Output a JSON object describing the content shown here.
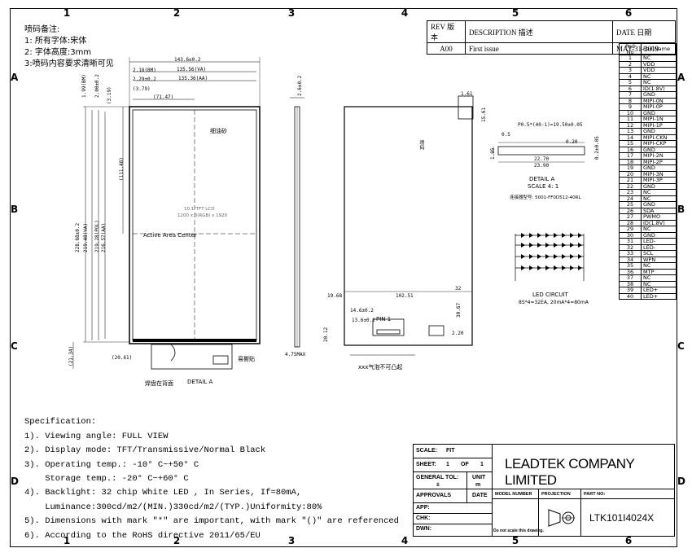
{
  "zones": {
    "cols": [
      "1",
      "2",
      "3",
      "4",
      "5",
      "6"
    ],
    "rows": [
      "A",
      "B",
      "C",
      "D"
    ]
  },
  "notes_cn": [
    "喷码备注:",
    "1: 所有字体:宋体",
    "2: 字体高度:3mm",
    "3:喷码内容要求清晰可见"
  ],
  "revision": {
    "headers": [
      "REV 版本",
      "DESCRIPTION 描述",
      "DATE 日期"
    ],
    "row": [
      "A00",
      "First issue",
      "MAY-31-2019"
    ]
  },
  "pads": {
    "header": [
      "Pad No",
      "Pad Name"
    ],
    "rows": [
      [
        "1",
        "NC"
      ],
      [
        "2",
        "VDD"
      ],
      [
        "3",
        "VDD"
      ],
      [
        "4",
        "NC"
      ],
      [
        "5",
        "NC"
      ],
      [
        "6",
        "ID(1.8V)"
      ],
      [
        "7",
        "GND"
      ],
      [
        "8",
        "MIPI-0N"
      ],
      [
        "9",
        "MIPI-0P"
      ],
      [
        "10",
        "GND"
      ],
      [
        "11",
        "MIPI-1N"
      ],
      [
        "12",
        "MIPI-1P"
      ],
      [
        "13",
        "GND"
      ],
      [
        "14",
        "MIPI-CKN"
      ],
      [
        "15",
        "MIPI-CKP"
      ],
      [
        "16",
        "GND"
      ],
      [
        "17",
        "MIPI-2N"
      ],
      [
        "18",
        "MIPI-2P"
      ],
      [
        "19",
        "GND"
      ],
      [
        "20",
        "MIPI-3N"
      ],
      [
        "21",
        "MIPI-3P"
      ],
      [
        "22",
        "GND"
      ],
      [
        "23",
        "NC"
      ],
      [
        "24",
        "NC"
      ],
      [
        "25",
        "GND"
      ],
      [
        "26",
        "SDA"
      ],
      [
        "27",
        "PWMO"
      ],
      [
        "28",
        "ID(1.8V)"
      ],
      [
        "29",
        "NC"
      ],
      [
        "30",
        "GND"
      ],
      [
        "31",
        "LED-"
      ],
      [
        "32",
        "LED-"
      ],
      [
        "33",
        "SCL"
      ],
      [
        "34",
        "WPN"
      ],
      [
        "35",
        "NC"
      ],
      [
        "36",
        "MTP"
      ],
      [
        "37",
        "NC"
      ],
      [
        "38",
        "NC"
      ],
      [
        "39",
        "LED+"
      ],
      [
        "40",
        "LED+"
      ]
    ]
  },
  "drawing": {
    "front_dims": [
      "143.6±0.2",
      "135.56(VA)",
      "135.36(AA)",
      "2.18(BM)",
      "2.29±0.2",
      "(3.79)",
      "(71.47)",
      "1.99(BM)",
      "2.00±0.2",
      "(3.19)",
      "(111.48)",
      "228.68±0.2",
      "219.48(VA)",
      "219.28(POL)",
      "216.57(AA)",
      "(21.34)",
      "(20.61)"
    ],
    "front_labels": {
      "glare": "细油砂",
      "lcd": "10.1\"TFT LCD",
      "res": "1200 x 3(RGB) x 1920",
      "center": "Active Area Center",
      "pad_back": "焊盘在背面",
      "detail": "DETAIL A",
      "mark": "易撕贴"
    },
    "side_dims": [
      "2.6±0.2",
      "4.75MAX"
    ],
    "back_dims": [
      "19.68",
      "102.51",
      "32",
      "1.61",
      "15.61",
      "20.12",
      "14.6±0.2",
      "13.6±0.2",
      "30.67",
      "2.20"
    ],
    "back_labels": {
      "pin1": "PIN 1",
      "bubble": "xxx气泡不可凸起",
      "vertical": "喷码"
    },
    "detail_a": {
      "title": "DETAIL A",
      "scale": "SCALE 4: 1",
      "pitch": "P0.5*(40-1)=19.50±0.05",
      "dims": [
        "0.5",
        "0.20",
        "22.70",
        "23.90",
        "1.95",
        "0.2±0.05"
      ],
      "connector": "连接器型号: 5001-FF0D512-40RL"
    },
    "led": {
      "title": "LED CIRCUIT",
      "spec": "8S*4=32EA, 20mA*4=80mA"
    }
  },
  "spec": {
    "title": "Specification:",
    "lines": [
      "1). Viewing angle: FULL VIEW",
      "2). Display mode: TFT/Transmissive/Normal Black",
      "3). Operating temp.: -10° C~+50° C",
      "    Storage temp.: -20° C~+60° C",
      "4). Backlight: 32 chip White LED , In Series, If=80mA,",
      "    Luminance:300cd/m2/(MIN.)330cd/m2/(TYP.)Uniformity:80%",
      "5). Dimensions with mark \"*\" are important, with mark \"()\" are referenced",
      "6). According to the RoHS directive 2011/65/EU"
    ]
  },
  "title_block": {
    "scale_label": "SCALE:",
    "scale_value": "FIT",
    "sheet_label": "SHEET:",
    "sheet_value": "1",
    "of_label": "OF",
    "of_value": "1",
    "tol_label": "GENERAL TOL:",
    "tol_value": "±",
    "unit_label": "UNIT",
    "unit_value": "m",
    "company": "LEADTEK COMPANY LIMITED",
    "approvals": "APPROVALS",
    "date": "DATE",
    "model": "MODEL NUMBER",
    "projection": "PROJECTION",
    "part": "PART NO:",
    "app": "APP:",
    "chk": "CHK:",
    "dwn": "DWN:",
    "note": "Do not scale this drawing.",
    "part_no": "LTK101I4024X"
  }
}
